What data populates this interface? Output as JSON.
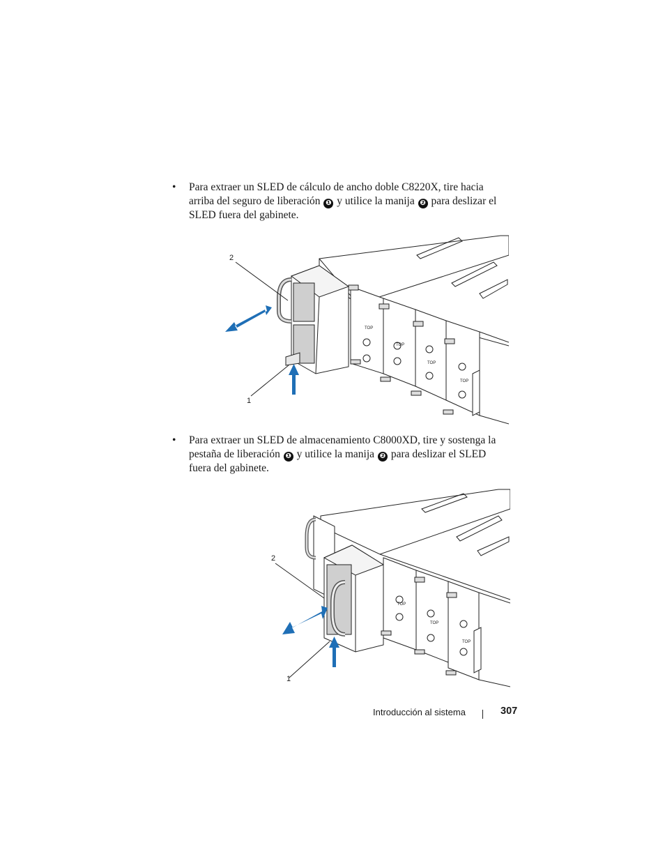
{
  "bullets": [
    {
      "marker": "•",
      "parts": [
        "Para extraer un SLED de cálculo de ancho doble C8220X, tire hacia arriba del seguro de liberación ",
        " y utilice la manija ",
        " para deslizar el SLED fuera del gabinete."
      ]
    },
    {
      "marker": "•",
      "parts": [
        "Para extraer un SLED de almacenamiento C8000XD, tire y sostenga la pestaña de liberación ",
        "  y utilice la manija ",
        " para deslizar el SLED fuera del gabinete."
      ]
    }
  ],
  "callout_markers": [
    "❶",
    "❷"
  ],
  "figures": [
    {
      "callouts": [
        "2",
        "1"
      ],
      "slot_label": "TOP"
    },
    {
      "callouts": [
        "2",
        "1"
      ],
      "slot_label": "TOP"
    }
  ],
  "footer": {
    "section": "Introducción al sistema",
    "page": "307"
  },
  "colors": {
    "arrow": "#1f6fb6",
    "line": "#222222"
  }
}
